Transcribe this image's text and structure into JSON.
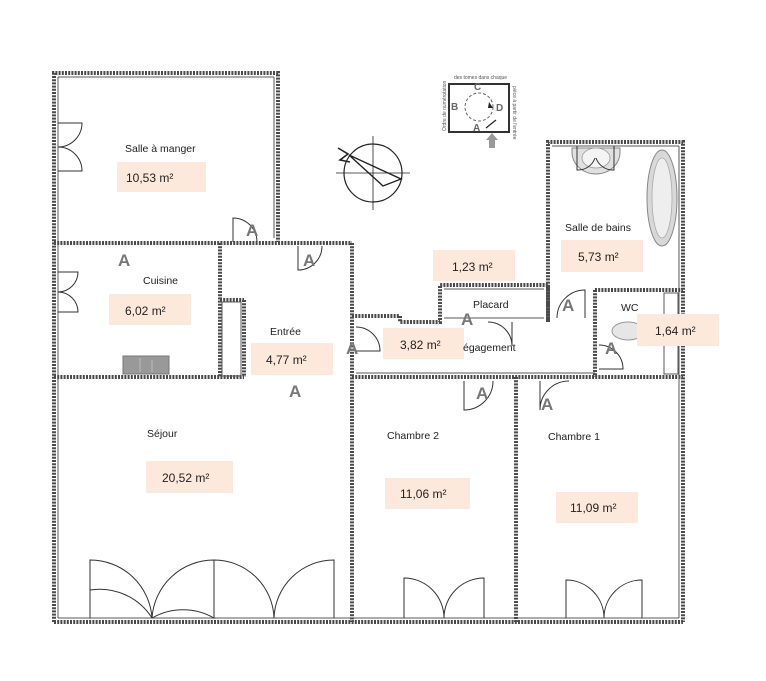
{
  "rooms": {
    "salle_a_manger": {
      "label": "Salle à manger",
      "area": "10,53 m²"
    },
    "cuisine": {
      "label": "Cuisine",
      "area": "6,02 m²"
    },
    "entree": {
      "label": "Entrée",
      "area": "4,77 m²"
    },
    "sejour": {
      "label": "Séjour",
      "area": "20,52 m²"
    },
    "chambre2": {
      "label": "Chambre 2",
      "area": "11,06 m²"
    },
    "chambre1": {
      "label": "Chambre 1",
      "area": "11,09 m²"
    },
    "placard": {
      "label": "Placard",
      "area": "1,23 m²"
    },
    "salle_de_bains": {
      "label": "Salle de bains",
      "area": "5,73 m²"
    },
    "wc": {
      "label": "WC",
      "area": "1,64 m²"
    },
    "degagement": {
      "label": "égagement",
      "area": "3,82 m²"
    }
  },
  "door_marker": "A",
  "legend": {
    "letters": {
      "a": "A",
      "b": "B",
      "c": "C",
      "d": "D"
    },
    "caption_left": "Ordre de numérotation",
    "caption_top": "des tomes dans chaque",
    "caption_right": "pièce à partir de l'entrée"
  },
  "colors": {
    "area_fill": "#fde9dc",
    "wall": "#4a4a4a",
    "marker": "#777777"
  }
}
